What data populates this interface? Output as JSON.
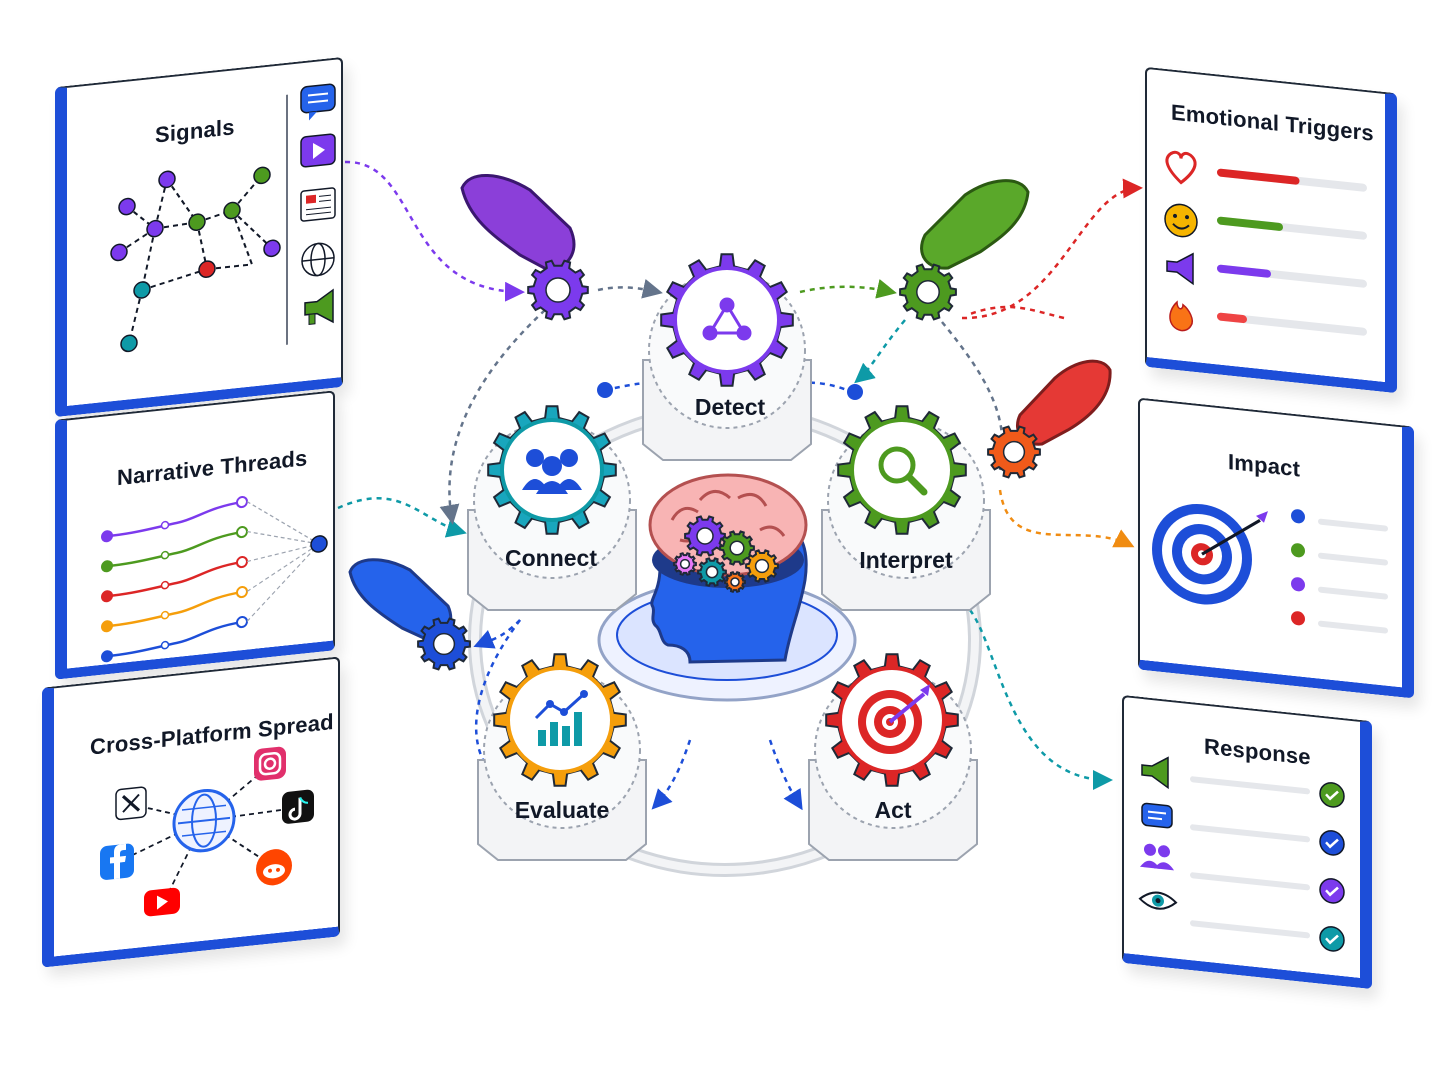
{
  "panels": {
    "signals": {
      "title": "Signals"
    },
    "narrative": {
      "title": "Narrative Threads"
    },
    "spread": {
      "title": "Cross-Platform Spread"
    },
    "emotional": {
      "title": "Emotional Triggers",
      "levels": [
        0.55,
        0.44,
        0.36,
        0.2
      ]
    },
    "impact": {
      "title": "Impact"
    },
    "response": {
      "title": "Response"
    }
  },
  "stages": {
    "detect": "Detect",
    "connect": "Connect",
    "interpret": "Interpret",
    "evaluate": "Evaluate",
    "act": "Act"
  },
  "colors": {
    "blue": "#1d4ed8",
    "purple": "#7c3aed",
    "teal": "#0891b2",
    "green": "#4d9a1f",
    "orange": "#f59e0b",
    "red": "#dc2626"
  }
}
